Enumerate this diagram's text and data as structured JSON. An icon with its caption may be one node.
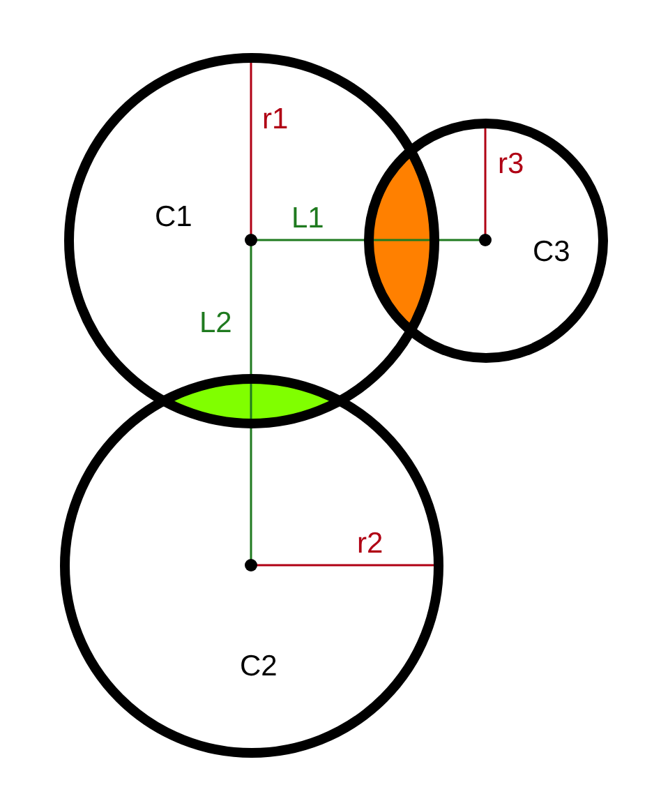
{
  "diagram": {
    "nodes": [
      {
        "text": [
          "C1"
        ]
      },
      {
        "text": [
          "C3"
        ]
      },
      {
        "text": [
          "C2"
        ]
      }
    ],
    "edges": [],
    "labels": [
      "r1",
      "L1",
      "r3",
      "L2",
      "r2"
    ]
  }
}
